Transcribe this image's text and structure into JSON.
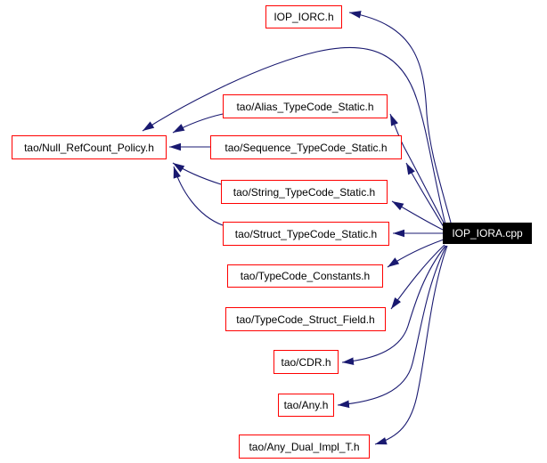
{
  "graph": {
    "type": "include-dependency-graph",
    "colors": {
      "background": "#ffffff",
      "edge": "#191970",
      "node_border": "#ff0000",
      "node_background": "#ffffff",
      "node_text": "#000000",
      "focus_node_background": "#000000",
      "focus_node_text": "#ffffff"
    },
    "nodes": [
      {
        "id": "iop_iorc_h",
        "label": "IOP_IORC.h",
        "type": "header"
      },
      {
        "id": "alias_tc",
        "label": "tao/Alias_TypeCode_Static.h",
        "type": "header"
      },
      {
        "id": "null_refcount",
        "label": "tao/Null_RefCount_Policy.h",
        "type": "header"
      },
      {
        "id": "sequence_tc",
        "label": "tao/Sequence_TypeCode_Static.h",
        "type": "header"
      },
      {
        "id": "string_tc",
        "label": "tao/String_TypeCode_Static.h",
        "type": "header"
      },
      {
        "id": "struct_tc",
        "label": "tao/Struct_TypeCode_Static.h",
        "type": "header"
      },
      {
        "id": "tc_constants",
        "label": "tao/TypeCode_Constants.h",
        "type": "header"
      },
      {
        "id": "tc_struct_field",
        "label": "tao/TypeCode_Struct_Field.h",
        "type": "header"
      },
      {
        "id": "cdr_h",
        "label": "tao/CDR.h",
        "type": "header"
      },
      {
        "id": "any_h",
        "label": "tao/Any.h",
        "type": "header"
      },
      {
        "id": "any_dual",
        "label": "tao/Any_Dual_Impl_T.h",
        "type": "header"
      },
      {
        "id": "iop_iora_cpp",
        "label": "IOP_IORA.cpp",
        "type": "source-focus"
      }
    ],
    "edges": [
      {
        "from": "iop_iora_cpp",
        "to": "iop_iorc_h"
      },
      {
        "from": "iop_iora_cpp",
        "to": "null_refcount"
      },
      {
        "from": "iop_iora_cpp",
        "to": "alias_tc"
      },
      {
        "from": "iop_iora_cpp",
        "to": "sequence_tc"
      },
      {
        "from": "iop_iora_cpp",
        "to": "string_tc"
      },
      {
        "from": "iop_iora_cpp",
        "to": "struct_tc"
      },
      {
        "from": "iop_iora_cpp",
        "to": "tc_constants"
      },
      {
        "from": "iop_iora_cpp",
        "to": "tc_struct_field"
      },
      {
        "from": "iop_iora_cpp",
        "to": "cdr_h"
      },
      {
        "from": "iop_iora_cpp",
        "to": "any_h"
      },
      {
        "from": "iop_iora_cpp",
        "to": "any_dual"
      },
      {
        "from": "alias_tc",
        "to": "null_refcount"
      },
      {
        "from": "sequence_tc",
        "to": "null_refcount"
      },
      {
        "from": "string_tc",
        "to": "null_refcount"
      },
      {
        "from": "struct_tc",
        "to": "null_refcount"
      }
    ]
  }
}
